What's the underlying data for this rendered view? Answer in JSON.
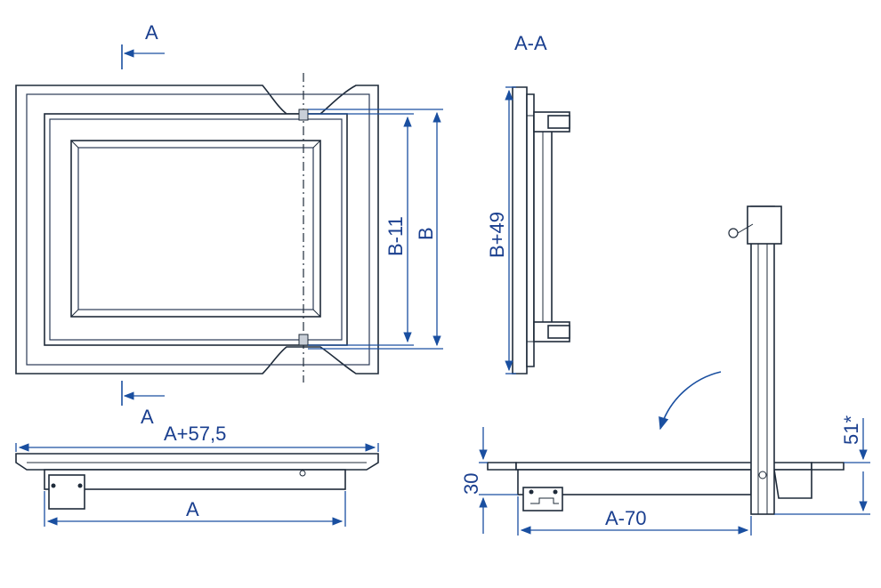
{
  "labels": {
    "section_mark_top": "A",
    "section_mark_bottom": "A",
    "section_title": "A-A",
    "dim_b_minus_11": "B-11",
    "dim_b": "B",
    "dim_b_plus_49": "B+49",
    "dim_a_plus_57_5": "A+57,5",
    "dim_a": "A",
    "dim_30": "30",
    "dim_a_minus_70": "A-70",
    "dim_51": "51*"
  },
  "colors": {
    "dimension": "#1a4fa0",
    "outline": "#1f2b3a",
    "label": "#1a3f8f"
  }
}
